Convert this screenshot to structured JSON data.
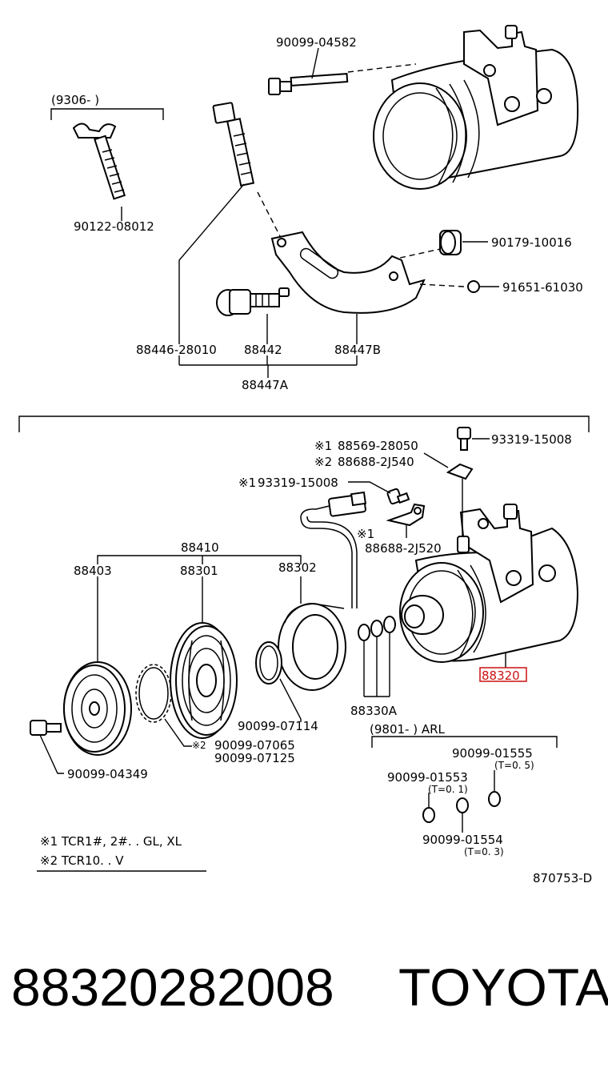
{
  "upper": {
    "bolt_top": "90099-04582",
    "bracket_range": "(9306-        )",
    "wing_bolt": "90122-08012",
    "nut": "90179-10016",
    "small_nut": "91651-61030",
    "stud_bolt": "88446-28010",
    "pin": "88442",
    "bracket": "88447B",
    "bracket_assy": "88447A"
  },
  "lower": {
    "clamp": "88569-28050",
    "clamp_note": "※1",
    "clamp_alt": "88688-2J540",
    "clamp_alt_note": "※2",
    "bolt_right": "93319-15008",
    "bolt_left": "93319-15008",
    "bolt_left_note": "※1",
    "clip": "88688-2J520",
    "clip_note": "※1",
    "clutch_assy": "88410",
    "hub": "88403",
    "pulley": "88301",
    "stator": "88302",
    "compressor": "88320",
    "shims": "88330A",
    "snap_ring": "90099-07114",
    "snap_ring_note": "※2",
    "ring_a": "90099-07065",
    "ring_b": "90099-07125",
    "hub_bolt": "90099-04349",
    "arl_range": "(9801-        ) ARL",
    "shim_1555": "90099-01555",
    "shim_1555_t": "(T=0. 5)",
    "shim_1553": "90099-01553",
    "shim_1553_t": "(T=0. 1)",
    "shim_1554": "90099-01554",
    "shim_1554_t": "(T=0. 3)"
  },
  "notes": [
    "※1  TCR1#, 2#. . GL, XL",
    "※2  TCR10. . V"
  ],
  "diagram_code": "870753-D",
  "part_number": "88320282008",
  "brand": "TOYOTA"
}
